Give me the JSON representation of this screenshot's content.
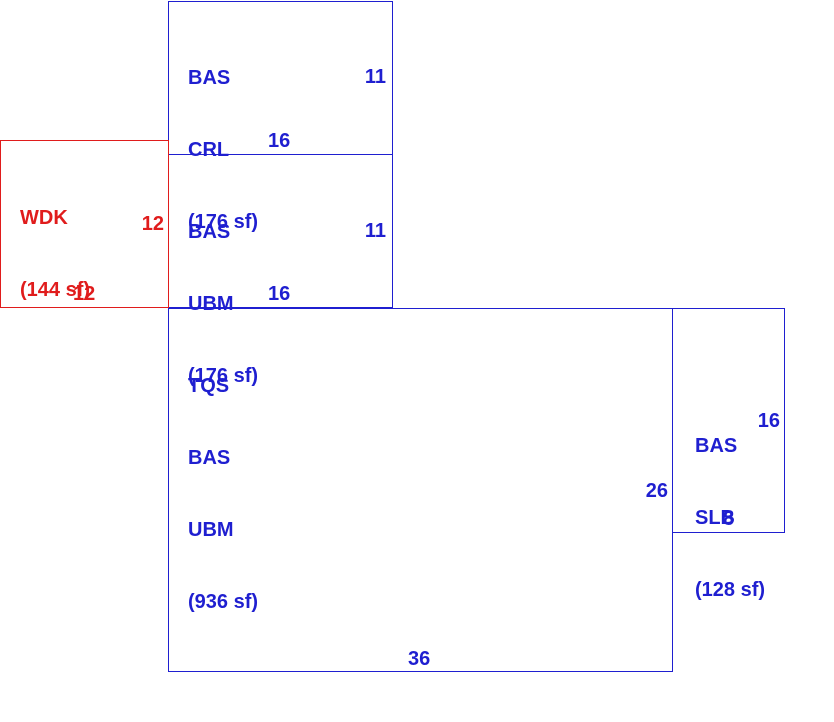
{
  "colors": {
    "building": "#1f1fd0",
    "deck": "#e01c1c"
  },
  "areas": {
    "crl": {
      "codes": [
        "BAS",
        "CRL"
      ],
      "area": "(176 sf)",
      "side_dim": "11",
      "bottom_dim": "16"
    },
    "ubm_upper": {
      "codes": [
        "BAS",
        "UBM"
      ],
      "area": "(176 sf)",
      "side_dim": "11",
      "bottom_dim": "16"
    },
    "wdk": {
      "codes": [
        "WDK"
      ],
      "area": "(144 sf)",
      "side_dim": "12",
      "bottom_dim": "12"
    },
    "tqs": {
      "codes": [
        "TQS",
        "BAS",
        "UBM"
      ],
      "area": "(936 sf)",
      "side_dim": "26",
      "bottom_dim": "36"
    },
    "slb": {
      "codes": [
        "BAS",
        "SLB"
      ],
      "area": "(128 sf)",
      "side_dim": "16",
      "bottom_dim": "8"
    }
  }
}
